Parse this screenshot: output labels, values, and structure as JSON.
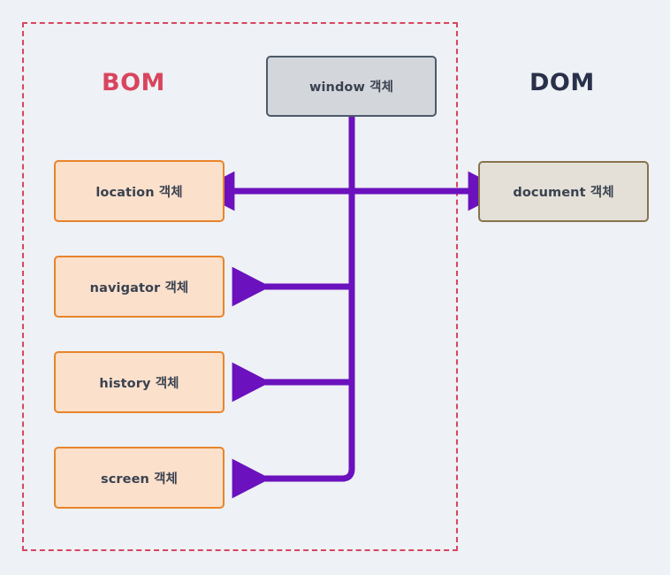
{
  "diagram": {
    "title_bom": "BOM",
    "title_dom": "DOM",
    "background_color": "#eef1f5",
    "region_border_color": "#d8455e",
    "connector_color": "#6b11bd"
  },
  "nodes": {
    "window": {
      "label": "window 객체",
      "fill": "#d3d6db",
      "border": "#4c5a6b"
    },
    "document": {
      "label": "document 객체",
      "fill": "#e4e0d7",
      "border": "#87744f"
    },
    "bom_children": [
      {
        "label": "location 객체",
        "fill": "#fbe0cb",
        "border": "#e8842b"
      },
      {
        "label": "navigator 객체",
        "fill": "#fbe0cb",
        "border": "#e8842b"
      },
      {
        "label": "history 객체",
        "fill": "#fbe0cb",
        "border": "#e8842b"
      },
      {
        "label": "screen 객체",
        "fill": "#fbe0cb",
        "border": "#e8842b"
      }
    ]
  },
  "connectors": [
    {
      "name": "window-to-location-and-document",
      "from": "window",
      "to": "location / document",
      "style": "double-headed-horizontal"
    },
    {
      "name": "window-to-navigator",
      "from": "window",
      "to": "navigator",
      "style": "arrow-left"
    },
    {
      "name": "window-to-history",
      "from": "window",
      "to": "history",
      "style": "arrow-left"
    },
    {
      "name": "window-to-screen",
      "from": "window",
      "to": "screen",
      "style": "arrow-left-rounded"
    }
  ]
}
